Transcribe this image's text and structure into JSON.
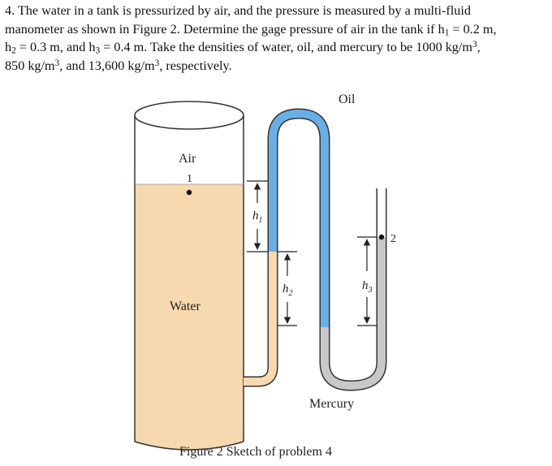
{
  "problem": {
    "line1": "4. The water in a tank is pressurized by air, and the pressure is measured by a multi-fluid",
    "line2_a": "manometer as shown in Figure 2. Determine the gage pressure of air in the tank if h",
    "line2_sub1": "1",
    "line2_b": " = 0.2 m,",
    "line3_a": "h",
    "line3_sub2": "2",
    "line3_b": " = 0.3 m, and h",
    "line3_sub3": "3",
    "line3_c": " = 0.4 m. Take the densities of water, oil, and mercury to be 1000 kg/m",
    "line3_sup": "3",
    "line3_d": ",",
    "line4_a": "850 kg/m",
    "line4_sup1": "3",
    "line4_b": ", and 13,600 kg/m",
    "line4_sup2": "3",
    "line4_c": ", respectively."
  },
  "figure": {
    "air_label": "Air",
    "point1_label": "1",
    "water_label": "Water",
    "oil_label": "Oil",
    "mercury_label": "Mercury",
    "point2_label": "2",
    "h1_label": "h",
    "h1_sub": "1",
    "h2_label": "h",
    "h2_sub": "2",
    "h3_label": "h",
    "h3_sub": "3",
    "caption": "Figure 2 Sketch of problem 4"
  },
  "colors": {
    "water": "#f6d9ae",
    "oil": "#6aaee6",
    "mercury": "#c8c8c8",
    "tank_stroke": "#333333"
  }
}
